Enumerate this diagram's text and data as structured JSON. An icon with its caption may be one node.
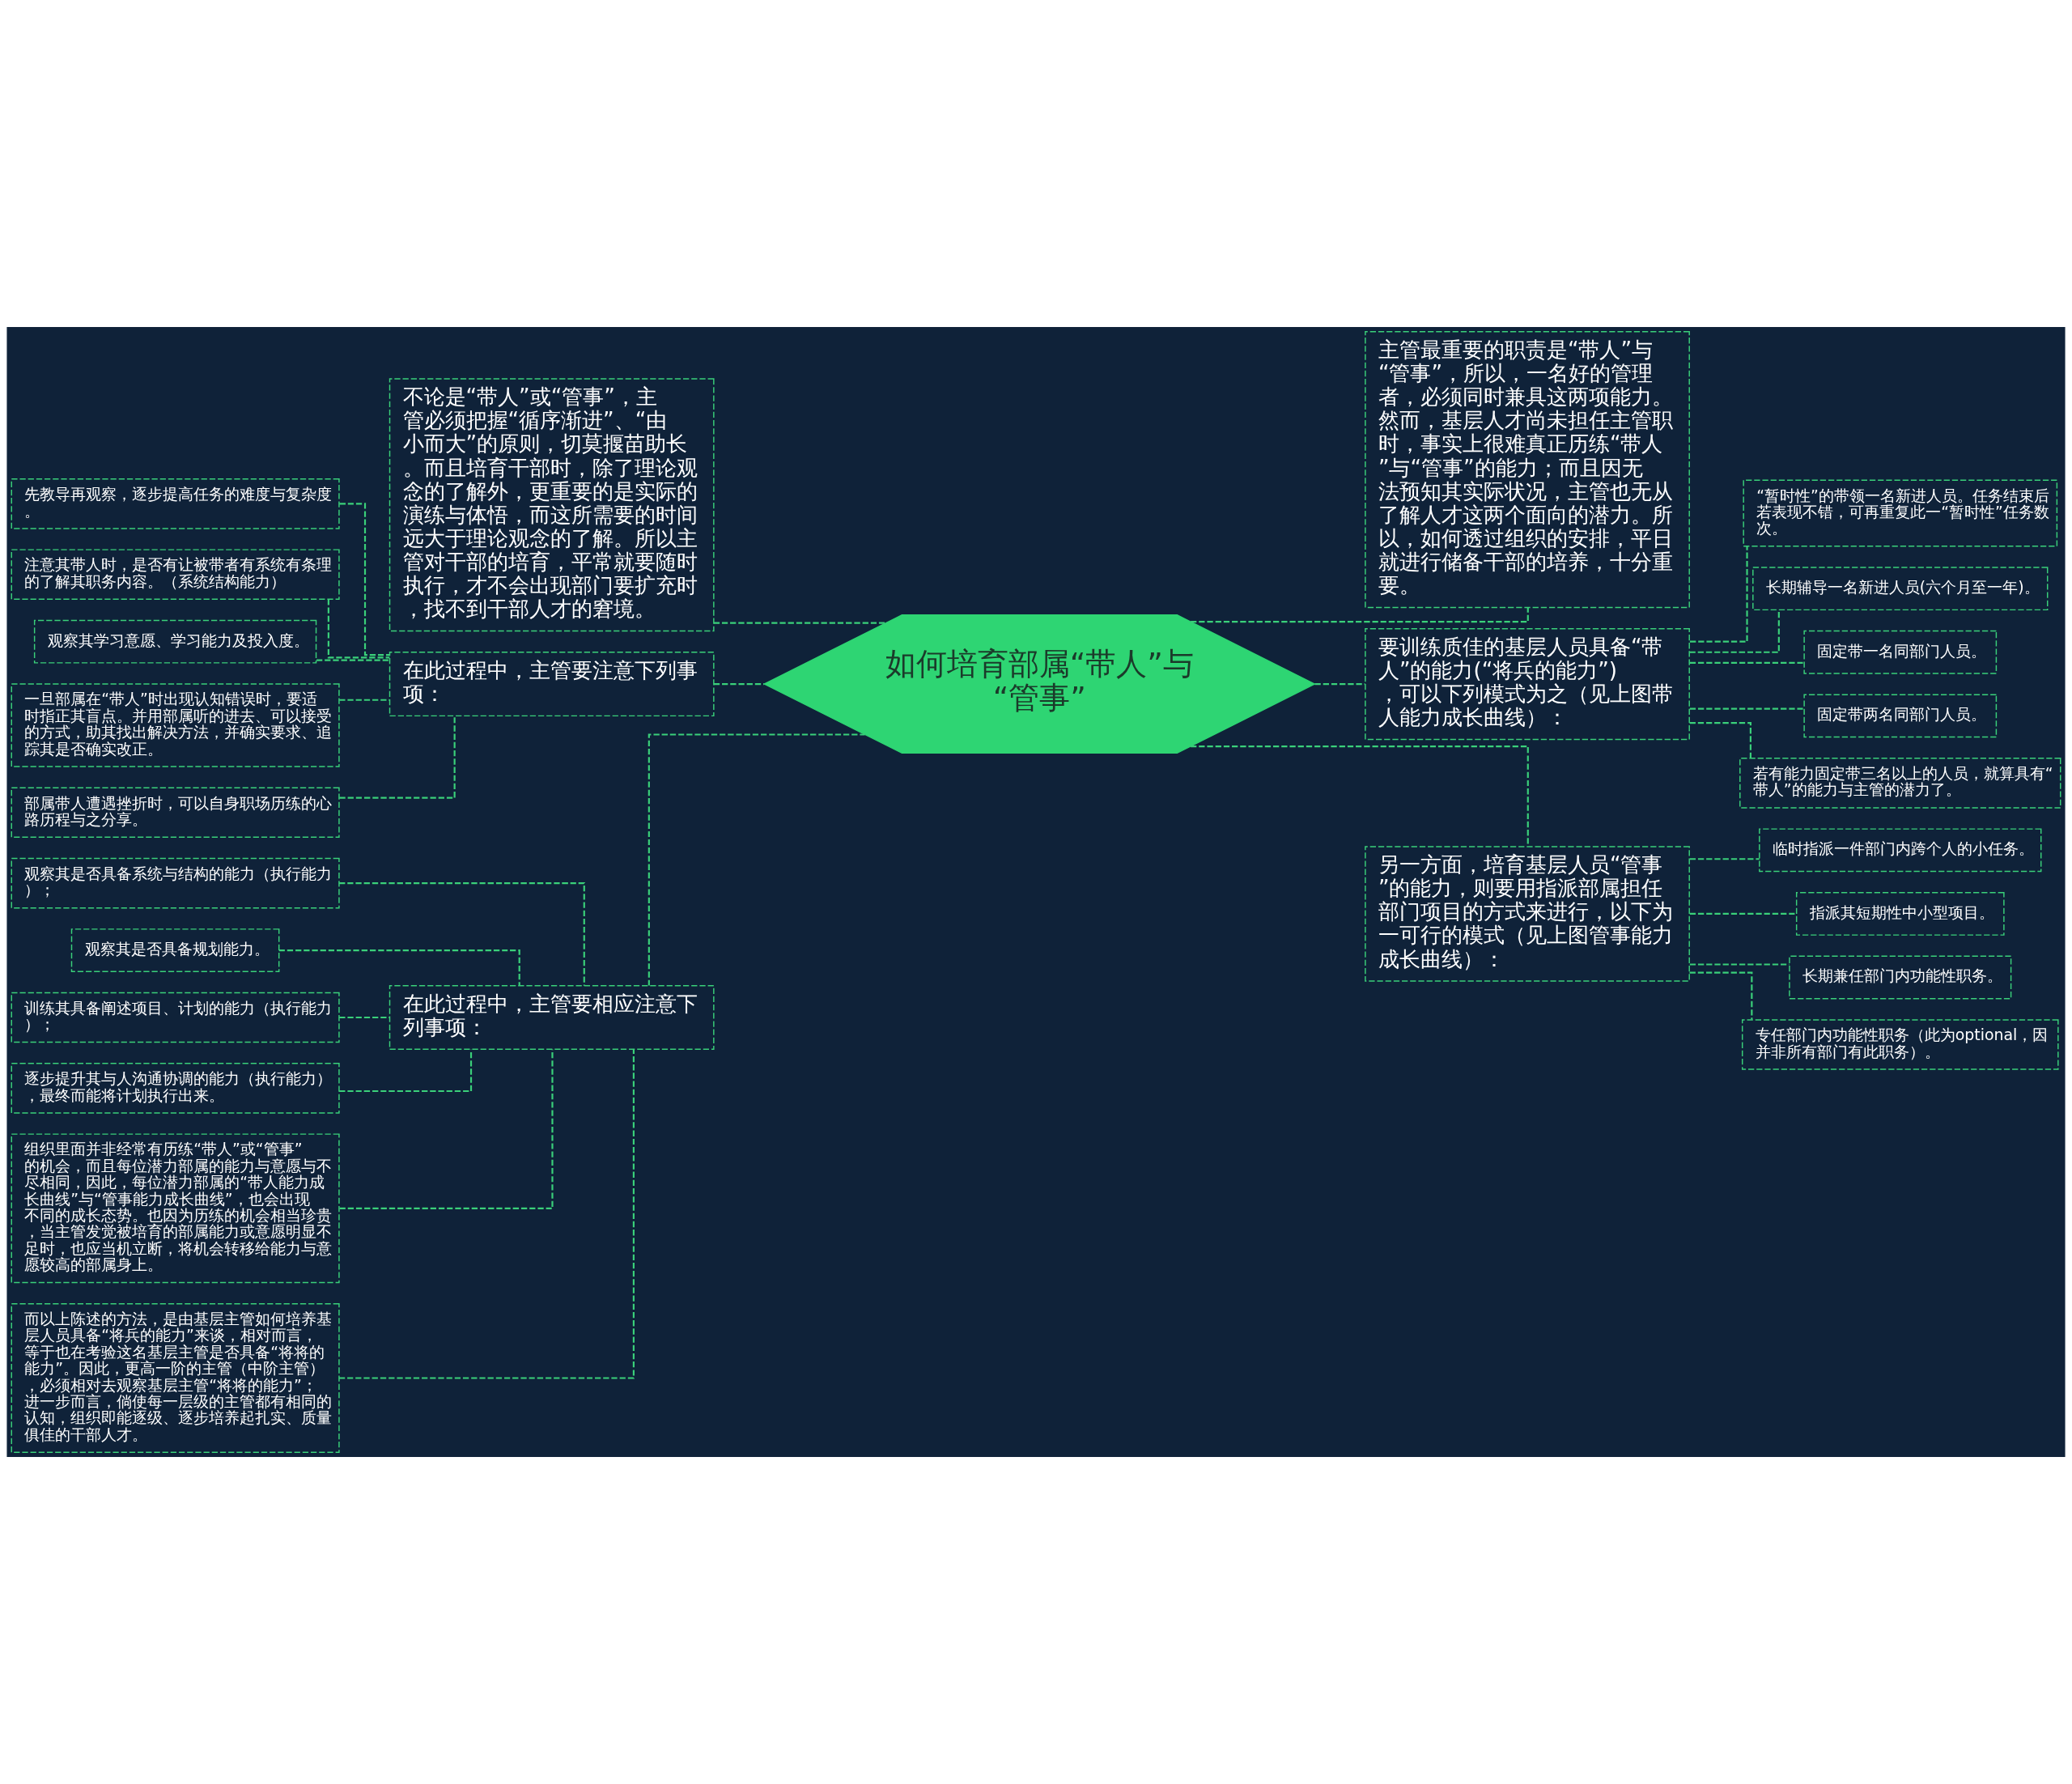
{
  "diagram": {
    "nodes": [
      {
        "text": [
          "如何培育部属“带人”与“管事”"
        ]
      },
      {
        "text": [
          "不论是“带人”或“管事”，主管必须把握“循序渐进”、“由小而大”的原则，切莫揠苗助长。而且培育干部时，除了理论观念的了解外，更重要的是实际的演练与体悟，而这所需要的时间远大于理论观念的了解。所以主管对干部的培育，平常就要随时执行，才不会出现部门要扩充时，找不到干部人才的窘境。"
        ]
      },
      {
        "text": [
          "在此过程中，主管要注意下列事项："
        ]
      },
      {
        "text": [
          "先教导再观察，逐步提高任务的难度与复杂度。"
        ]
      },
      {
        "text": [
          "注意其带人时，是否有让被带者有系统有条理的了解其职务内容。（系统结构能力）"
        ]
      },
      {
        "text": [
          "观察其学习意愿、学习能力及投入度。"
        ]
      },
      {
        "text": [
          "一旦部属在“带人”时出现认知错误时，要适时指正其盲点。并用部属听的进去、可以接受的方式，助其找出解决方法，并确实要求、追踪其是否确实改正。"
        ]
      },
      {
        "text": [
          "部属带人遭遇挫折时，可以自身职场历练的心路历程与之分享。"
        ]
      },
      {
        "text": [
          "在此过程中，主管要相应注意下列事项："
        ]
      },
      {
        "text": [
          "观察其是否具备系统与结构的能力（执行能力）；"
        ]
      },
      {
        "text": [
          "观察其是否具备规划能力。"
        ]
      },
      {
        "text": [
          "训练其具备阐述项目、计划的能力（执行能力）；"
        ]
      },
      {
        "text": [
          "逐步提升其与人沟通协调的能力（执行能力），最终而能将计划执行出来。"
        ]
      },
      {
        "text": [
          "组织里面并非经常有历练“带人”或“管事”的机会，而且每位潜力部属的能力与意愿与不尽相同，因此，每位潜力部属的“带人能力成长曲线”与“管事能力成长曲线”，也会出现不同的成长态势。也因为历练的机会相当珍贵，当主管发觉被培育的部属能力或意愿明显不足时，也应当机立断，将机会转移给能力与意愿较高的部属身上。"
        ]
      },
      {
        "text": [
          "而以上陈述的方法，是由基层主管如何培养基层人员具备“将兵的能力”来谈，相对而言，等于也在考验这名基层主管是否具备“将将的能力”。因此，更高一阶的主管（中阶主管），必须相对去观察基层主管“将将的能力”；进一步而言，倘使每一层级的主管都有相同的认知，组织即能逐级、逐步培养起扎实、质量俱佳的干部人才。"
        ]
      },
      {
        "text": [
          "主管最重要的职责是“带人”与“管事”，所以，一名好的管理者，必须同时兼具这两项能力。然而，基层人才尚未担任主管职时，事实上很难真正历练“带人”与“管事”的能力；而且因无法预知其实际状况，主管也无从了解人才这两个面向的潜力。所以，如何透过组织的安排，平日就进行储备干部的培养，十分重要。"
        ]
      },
      {
        "text": [
          "要训练质佳的基层人员具备“带人”的能力(“将兵的能力”)，可以下列模式为之（见上图带人能力成长曲线）："
        ]
      },
      {
        "text": [
          "“暂时性”的带领一名新进人员。任务结束后若表现不错，可再重复此一“暂时性”任务数次。"
        ]
      },
      {
        "text": [
          "长期辅导一名新进人员(六个月至一年)。"
        ]
      },
      {
        "text": [
          "固定带一名同部门人员。"
        ]
      },
      {
        "text": [
          "固定带两名同部门人员。"
        ]
      },
      {
        "text": [
          "若有能力固定带三名以上的人员，就算具有“带人”的能力与主管的潜力了。"
        ]
      },
      {
        "text": [
          "另一方面，培育基层人员“管事”的能力，则要用指派部属担任部门项目的方式来进行，以下为一可行的模式（见上图管事能力成长曲线）："
        ]
      },
      {
        "text": [
          "临时指派一件部门内跨个人的小任务。"
        ]
      },
      {
        "text": [
          "指派其短期性中小型项目。"
        ]
      },
      {
        "text": [
          "长期兼任部门内功能性职务。"
        ]
      },
      {
        "text": [
          "专任部门内功能性职务（此为optional，因并非所有部门有此职务）。"
        ]
      }
    ],
    "edges": [
      {
        "from": 0,
        "to": 1,
        "arrow": "none",
        "style": "dashed"
      },
      {
        "from": 0,
        "to": 2,
        "arrow": "none",
        "style": "dashed"
      },
      {
        "from": 2,
        "to": 3,
        "arrow": "none",
        "style": "dashed"
      },
      {
        "from": 2,
        "to": 4,
        "arrow": "none",
        "style": "dashed"
      },
      {
        "from": 2,
        "to": 5,
        "arrow": "none",
        "style": "dashed"
      },
      {
        "from": 2,
        "to": 6,
        "arrow": "none",
        "style": "dashed"
      },
      {
        "from": 2,
        "to": 7,
        "arrow": "none",
        "style": "dashed"
      },
      {
        "from": 0,
        "to": 8,
        "arrow": "none",
        "style": "dashed"
      },
      {
        "from": 8,
        "to": 9,
        "arrow": "none",
        "style": "dashed"
      },
      {
        "from": 8,
        "to": 10,
        "arrow": "none",
        "style": "dashed"
      },
      {
        "from": 8,
        "to": 11,
        "arrow": "none",
        "style": "dashed"
      },
      {
        "from": 8,
        "to": 12,
        "arrow": "none",
        "style": "dashed"
      },
      {
        "from": 8,
        "to": 13,
        "arrow": "none",
        "style": "dashed"
      },
      {
        "from": 8,
        "to": 14,
        "arrow": "none",
        "style": "dashed"
      },
      {
        "from": 0,
        "to": 15,
        "arrow": "none",
        "style": "dashed"
      },
      {
        "from": 0,
        "to": 16,
        "arrow": "none",
        "style": "dashed"
      },
      {
        "from": 16,
        "to": 17,
        "arrow": "none",
        "style": "dashed"
      },
      {
        "from": 16,
        "to": 18,
        "arrow": "none",
        "style": "dashed"
      },
      {
        "from": 16,
        "to": 19,
        "arrow": "none",
        "style": "dashed"
      },
      {
        "from": 16,
        "to": 20,
        "arrow": "none",
        "style": "dashed"
      },
      {
        "from": 16,
        "to": 21,
        "arrow": "none",
        "style": "dashed"
      },
      {
        "from": 0,
        "to": 22,
        "arrow": "none",
        "style": "dashed"
      },
      {
        "from": 22,
        "to": 23,
        "arrow": "none",
        "style": "dashed"
      },
      {
        "from": 22,
        "to": 24,
        "arrow": "none",
        "style": "dashed"
      },
      {
        "from": 22,
        "to": 25,
        "arrow": "none",
        "style": "dashed"
      },
      {
        "from": 22,
        "to": 26,
        "arrow": "none",
        "style": "dashed"
      }
    ]
  }
}
